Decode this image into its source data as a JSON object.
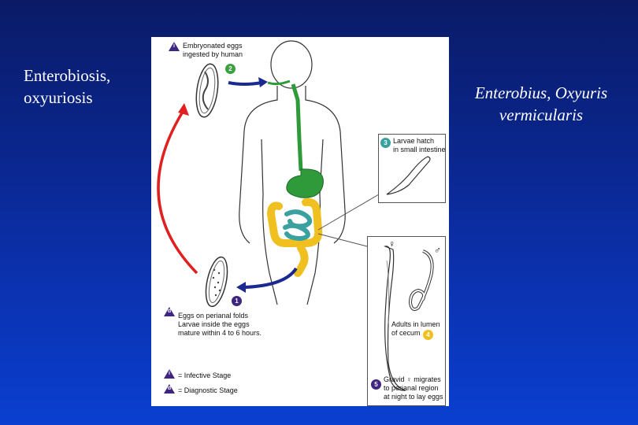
{
  "title_left": [
    "Enterobiosis,",
    "oxyuriosis"
  ],
  "title_right": [
    "Enterobius, Oxyuris",
    "vermicularis"
  ],
  "colors": {
    "background_top": "#0a1a66",
    "background_bottom": "#0a3fd0",
    "infective_triangle": "#3d2580",
    "digestive_green": "#2f9a3a",
    "colon_yellow": "#f0c020",
    "small_intestine_teal": "#3aa0a0",
    "arrow_red": "#e02020",
    "arrow_blue": "#1a2a90"
  },
  "stages": {
    "s2": {
      "badge": "2",
      "badge_color": "#3aa040",
      "marker": "i",
      "lines": [
        "Embryonated eggs",
        "ingested by human"
      ]
    },
    "s3": {
      "badge": "3",
      "badge_color": "#3aa0a0",
      "lines": [
        "Larvae hatch",
        "in small intestine"
      ]
    },
    "s4": {
      "badge": "4",
      "badge_color": "#f0c020",
      "lines": [
        "Adults in lumen",
        "of cecum"
      ]
    },
    "s5": {
      "badge": "5",
      "badge_color": "#3d2580",
      "lines": [
        "Gravid ♀ migrates",
        "to perianal region",
        "at night to lay eggs"
      ]
    },
    "s1": {
      "badge": "1",
      "badge_color": "#3d2580",
      "marker": "d",
      "lines": [
        "Eggs on perianal folds",
        "Larvae inside the eggs",
        "mature within 4 to 6 hours."
      ]
    }
  },
  "sex_symbols": {
    "female": "♀",
    "male": "♂"
  },
  "legend": [
    {
      "marker": "i",
      "text": "= Infective Stage"
    },
    {
      "marker": "d",
      "text": "= Diagnostic Stage"
    }
  ]
}
